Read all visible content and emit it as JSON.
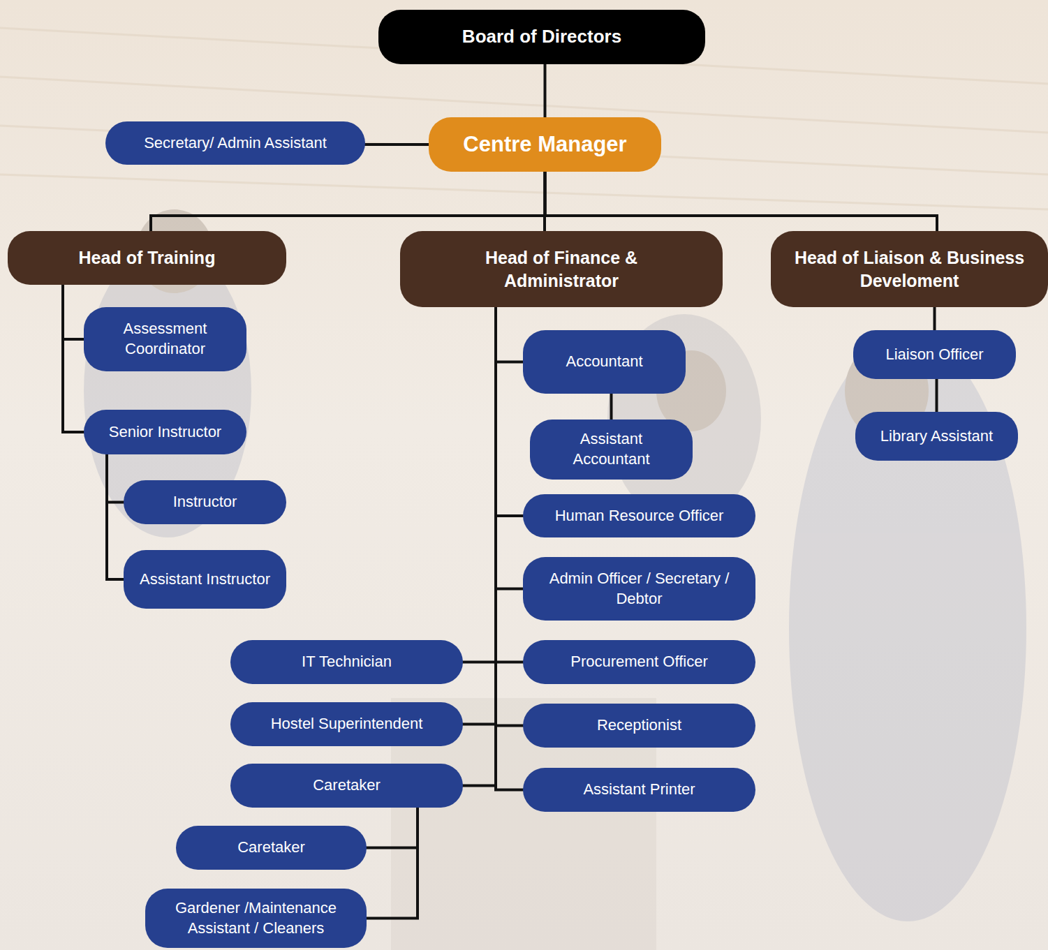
{
  "diagram": {
    "nodes": [
      {
        "text": [
          "Board of Directors"
        ]
      },
      {
        "text": [
          "Secretary/ Admin Assistant"
        ]
      },
      {
        "text": [
          "Centre Manager"
        ]
      },
      {
        "text": [
          "Head of Training"
        ]
      },
      {
        "text": [
          "Head of Finance & Administrator"
        ]
      },
      {
        "text": [
          "Head of Liaison & Business Develoment"
        ]
      },
      {
        "text": [
          "Assessment Coordinator"
        ]
      },
      {
        "text": [
          "Senior Instructor"
        ]
      },
      {
        "text": [
          "Instructor"
        ]
      },
      {
        "text": [
          "Assistant Instructor"
        ]
      },
      {
        "text": [
          "Accountant"
        ]
      },
      {
        "text": [
          "Assistant Accountant"
        ]
      },
      {
        "text": [
          "Human Resource Officer"
        ]
      },
      {
        "text": [
          "Admin Officer / Secretary / Debtor"
        ]
      },
      {
        "text": [
          "IT Technician"
        ]
      },
      {
        "text": [
          "Procurement Officer"
        ]
      },
      {
        "text": [
          "Hostel Superintendent"
        ]
      },
      {
        "text": [
          "Receptionist"
        ]
      },
      {
        "text": [
          "Caretaker"
        ]
      },
      {
        "text": [
          "Assistant Printer"
        ]
      },
      {
        "text": [
          "Caretaker"
        ]
      },
      {
        "text": [
          "Gardener /Maintenance Assistant / Cleaners"
        ]
      },
      {
        "text": [
          "Liaison Officer"
        ]
      },
      {
        "text": [
          "Library Assistant"
        ]
      }
    ],
    "edges": [
      {
        "from": 0,
        "to": 2,
        "arrow": "none"
      },
      {
        "from": 2,
        "to": 1,
        "arrow": "none"
      },
      {
        "from": 2,
        "to": 3,
        "arrow": "none"
      },
      {
        "from": 2,
        "to": 4,
        "arrow": "none"
      },
      {
        "from": 2,
        "to": 5,
        "arrow": "none"
      },
      {
        "from": 3,
        "to": 6,
        "arrow": "none"
      },
      {
        "from": 3,
        "to": 7,
        "arrow": "none"
      },
      {
        "from": 7,
        "to": 8,
        "arrow": "none"
      },
      {
        "from": 7,
        "to": 9,
        "arrow": "none"
      },
      {
        "from": 4,
        "to": 10,
        "arrow": "none"
      },
      {
        "from": 10,
        "to": 11,
        "arrow": "none"
      },
      {
        "from": 4,
        "to": 12,
        "arrow": "none"
      },
      {
        "from": 4,
        "to": 13,
        "arrow": "none"
      },
      {
        "from": 4,
        "to": 14,
        "arrow": "none"
      },
      {
        "from": 4,
        "to": 15,
        "arrow": "none"
      },
      {
        "from": 4,
        "to": 16,
        "arrow": "none"
      },
      {
        "from": 4,
        "to": 17,
        "arrow": "none"
      },
      {
        "from": 4,
        "to": 18,
        "arrow": "none"
      },
      {
        "from": 4,
        "to": 19,
        "arrow": "none"
      },
      {
        "from": 18,
        "to": 20,
        "arrow": "none"
      },
      {
        "from": 18,
        "to": 21,
        "arrow": "none"
      },
      {
        "from": 5,
        "to": 22,
        "arrow": "none"
      },
      {
        "from": 22,
        "to": 23,
        "arrow": "none"
      }
    ]
  }
}
